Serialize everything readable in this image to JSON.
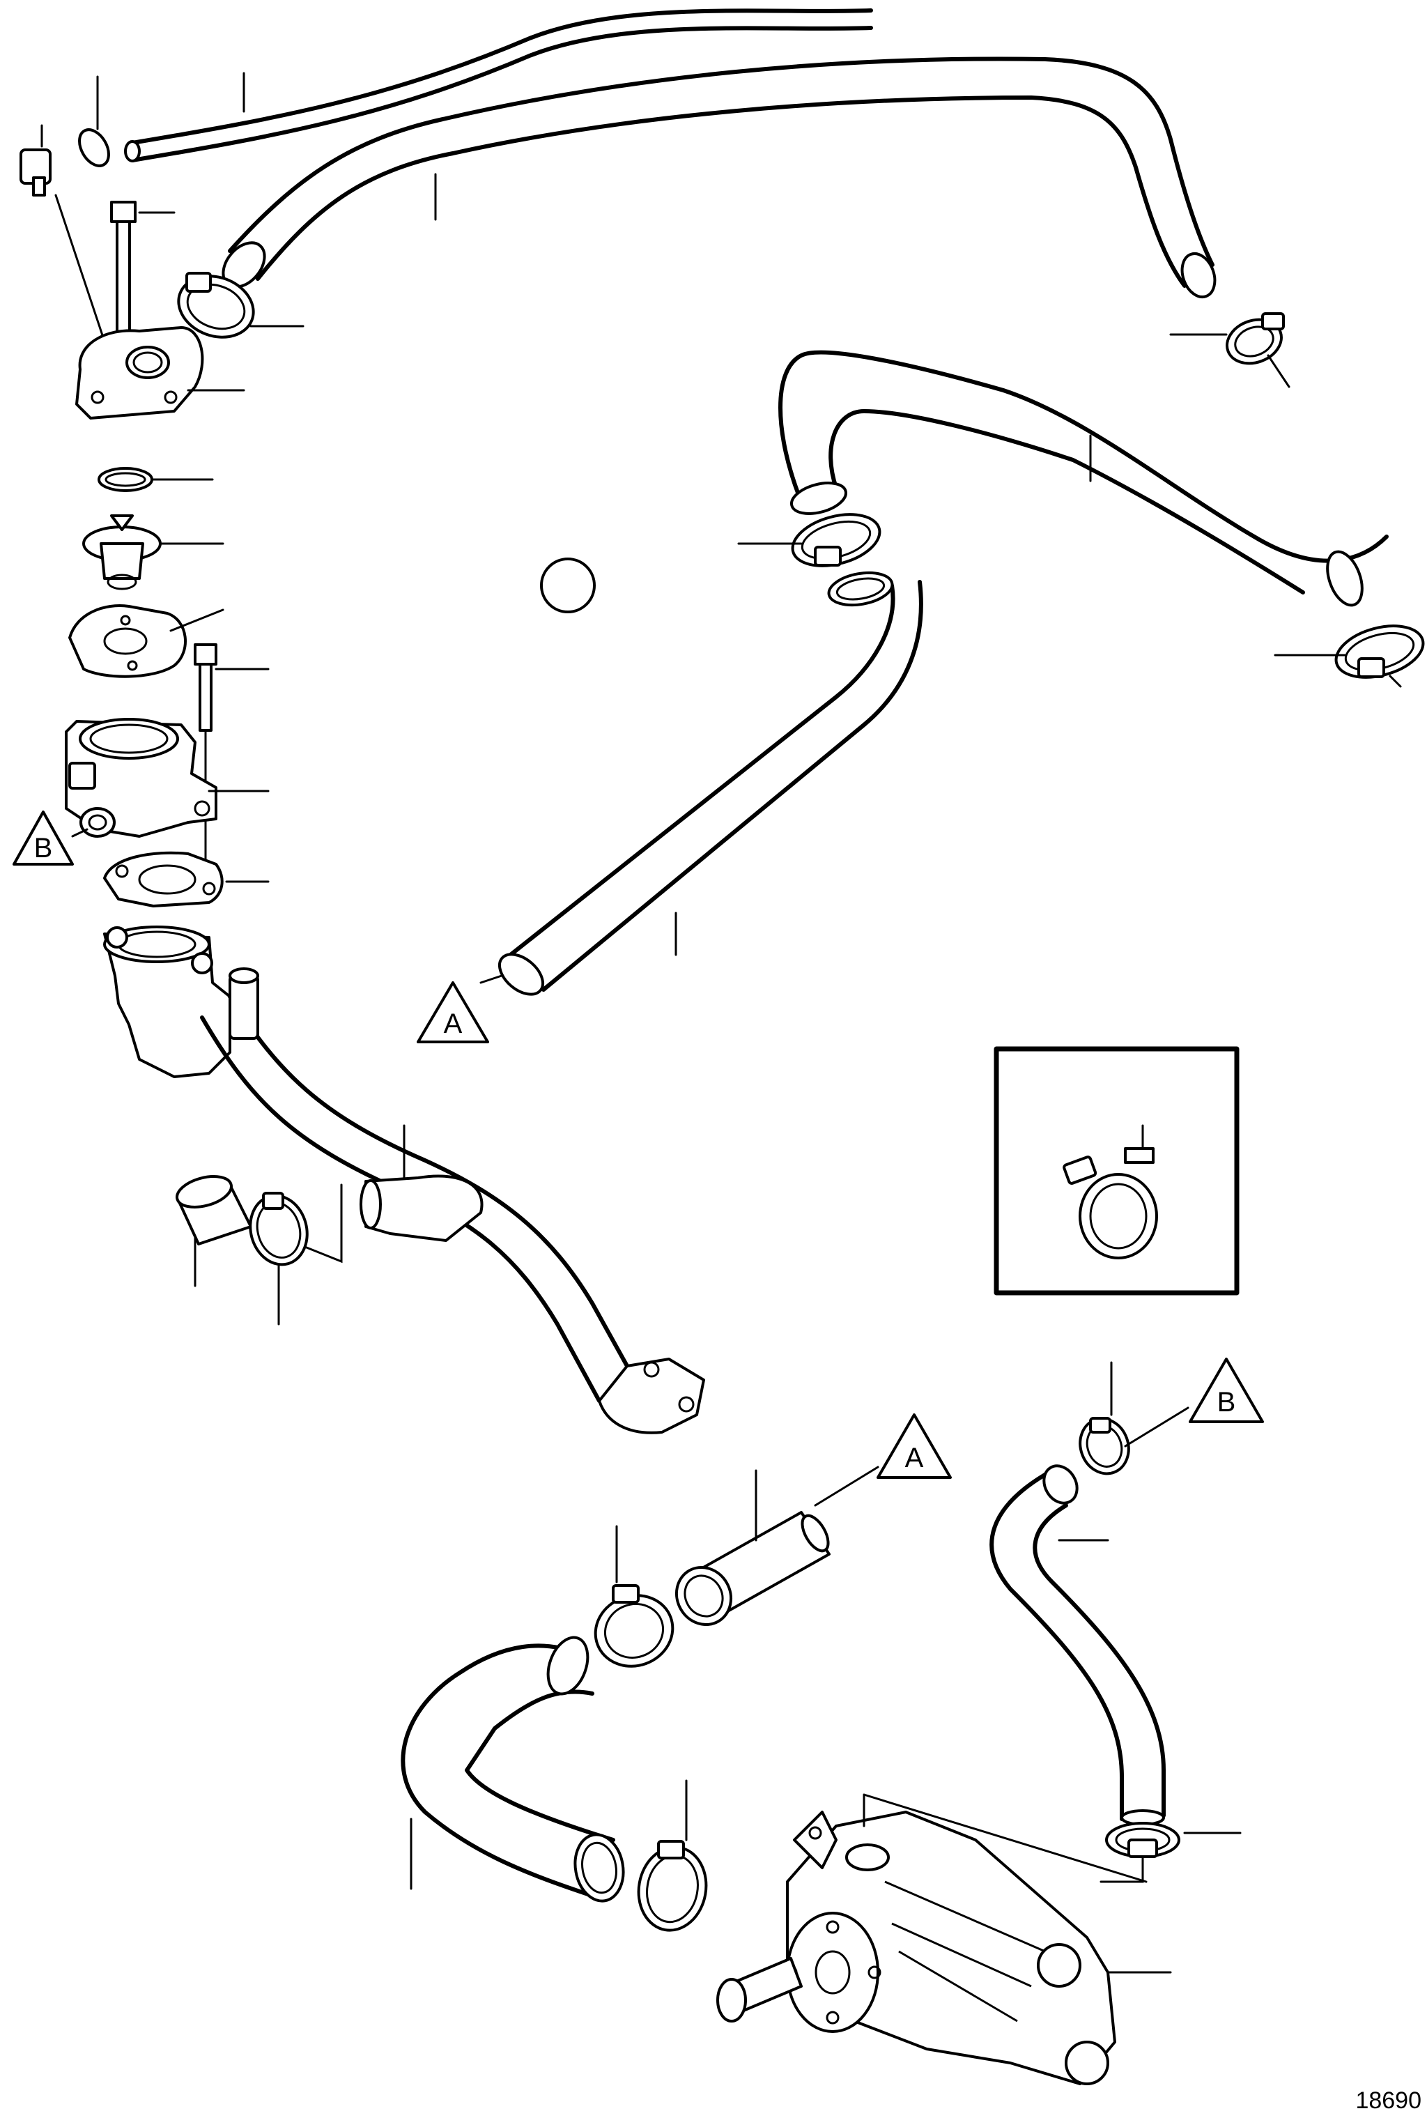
{
  "figure_number": "18690",
  "reference_markers": {
    "a_upper": "A",
    "a_lower": "A",
    "b_left": "B",
    "b_right": "B"
  },
  "inset": {
    "icon": "hose-clamp-detail-icon"
  },
  "colors": {
    "line": "#000000",
    "background": "#ffffff"
  }
}
